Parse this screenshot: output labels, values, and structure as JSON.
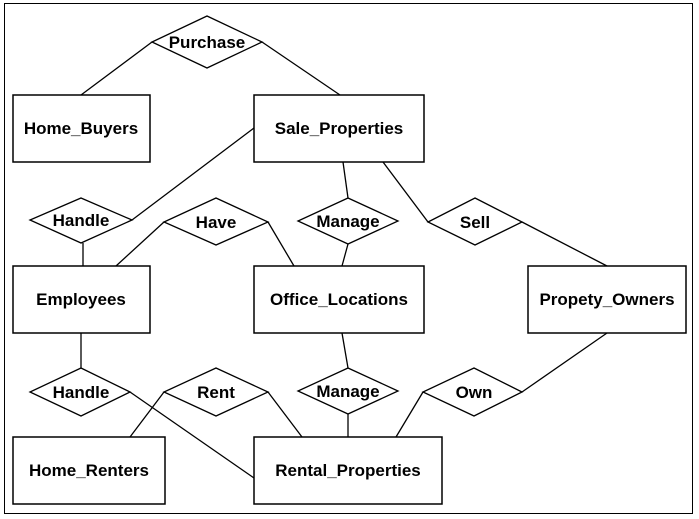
{
  "entities": {
    "home_buyers": "Home_Buyers",
    "sale_properties": "Sale_Properties",
    "employees": "Employees",
    "office_locations": "Office_Locations",
    "propety_owners": "Propety_Owners",
    "home_renters": "Home_Renters",
    "rental_properties": "Rental_Properties"
  },
  "relationships": {
    "purchase": "Purchase",
    "handle_sale": "Handle",
    "have": "Have",
    "manage_sale": "Manage",
    "sell": "Sell",
    "handle_rental": "Handle",
    "rent": "Rent",
    "manage_rental": "Manage",
    "own": "Own"
  }
}
